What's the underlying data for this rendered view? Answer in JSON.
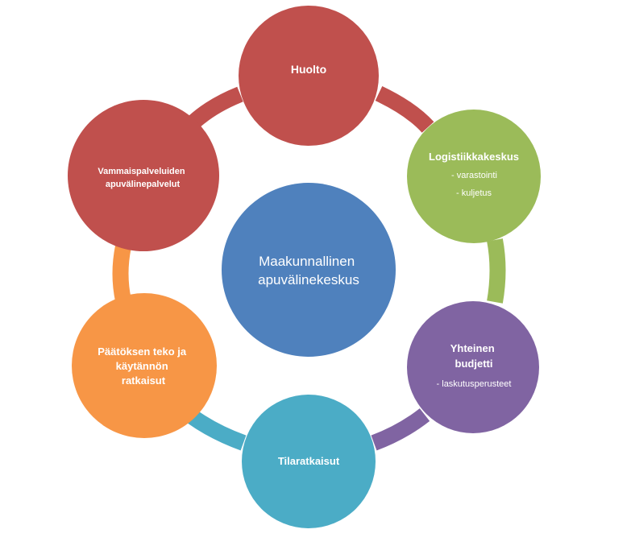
{
  "center": {
    "lines": [
      "Maakunnallinen",
      "apuvälinekeskus"
    ],
    "color": "#4f81bd"
  },
  "nodes": [
    {
      "id": "huolto",
      "title": [
        "Huolto"
      ],
      "details": [],
      "color": "#c0504d"
    },
    {
      "id": "logistiikkakeskus",
      "title": [
        "Logistiikkakeskus"
      ],
      "details": [
        "- varastointi",
        "- kuljetus"
      ],
      "color": "#9bbb59"
    },
    {
      "id": "yhteinen-budjetti",
      "title": [
        "Yhteinen",
        "budjetti"
      ],
      "details": [
        "- laskutusperusteet"
      ],
      "color": "#8064a2"
    },
    {
      "id": "tilaratkaisut",
      "title": [
        "Tilaratkaisut"
      ],
      "details": [],
      "color": "#4bacc6"
    },
    {
      "id": "paatoksen-teko",
      "title": [
        "Päätöksen teko ja",
        "käytännön",
        "ratkaisut"
      ],
      "details": [],
      "color": "#f79646"
    },
    {
      "id": "vammaispalvelut",
      "title": [
        "Vammaispalveluiden",
        "apuvälinepalvelut"
      ],
      "details": [],
      "color": "#c0504d"
    }
  ]
}
